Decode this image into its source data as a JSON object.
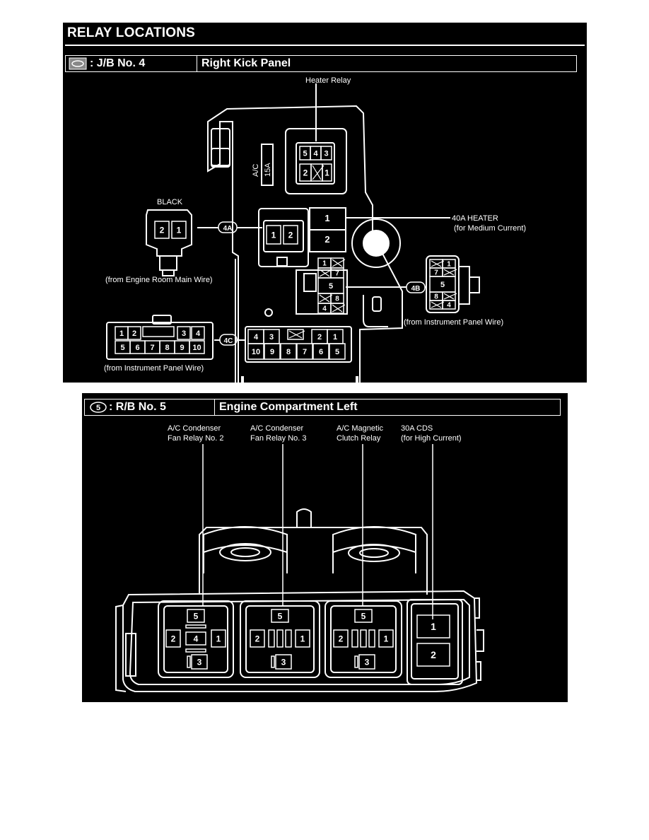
{
  "page_title": "RELAY LOCATIONS",
  "jb4": {
    "code": ": J/B No. 4",
    "location": "Right Kick Panel",
    "labels": {
      "heater_relay": "Heater Relay",
      "black": "BLACK",
      "fuse_name": "A/C",
      "fuse_rating": "15A",
      "heater_fuse_line1": "40A HEATER",
      "heater_fuse_line2": "(for Medium Current)",
      "from_engine_room": "(from Engine Room Main Wire)",
      "from_ip_wire_right": "(from Instrument Panel Wire)",
      "from_ip_wire_left": "(from Instrument Panel Wire)",
      "conn_4a": "4A",
      "conn_4b": "4B",
      "conn_4c": "4C"
    },
    "pins": {
      "heater_relay_top": [
        "5",
        "4",
        "3"
      ],
      "heater_relay_bottom": [
        "2",
        "1"
      ],
      "black_conn": [
        "2",
        "1"
      ],
      "conn_4a": [
        "1",
        "2"
      ],
      "fuse_40a": [
        "1",
        "2"
      ],
      "center_grid_left": [
        "1",
        "7",
        "5",
        "8",
        "4"
      ],
      "conn_4b": [
        "1",
        "7",
        "5",
        "8",
        "4"
      ],
      "conn_4c_top": [
        "4",
        "3",
        "2",
        "1"
      ],
      "conn_4c_bottom": [
        "10",
        "9",
        "8",
        "7",
        "6",
        "5"
      ],
      "left_ip_top": [
        "1",
        "2",
        "3",
        "4"
      ],
      "left_ip_bottom": [
        "5",
        "6",
        "7",
        "8",
        "9",
        "10"
      ]
    }
  },
  "rb5": {
    "code": ": R/B No. 5",
    "badge": "5",
    "location": "Engine Compartment Left",
    "relays": [
      {
        "line1": "A/C Condenser",
        "line2": "Fan Relay No. 2",
        "pins": {
          "top": "5",
          "left": "2",
          "center": "4",
          "right": "1",
          "bottom": "3"
        }
      },
      {
        "line1": "A/C Condenser",
        "line2": "Fan Relay No. 3",
        "pins": {
          "top": "5",
          "left": "2",
          "right": "1",
          "bottom": "3"
        }
      },
      {
        "line1": "A/C Magnetic",
        "line2": "Clutch Relay",
        "pins": {
          "top": "5",
          "left": "2",
          "right": "1",
          "bottom": "3"
        }
      },
      {
        "line1": "30A CDS",
        "line2": "(for High Current)",
        "pins": {
          "top": "1",
          "bottom": "2"
        }
      }
    ]
  }
}
